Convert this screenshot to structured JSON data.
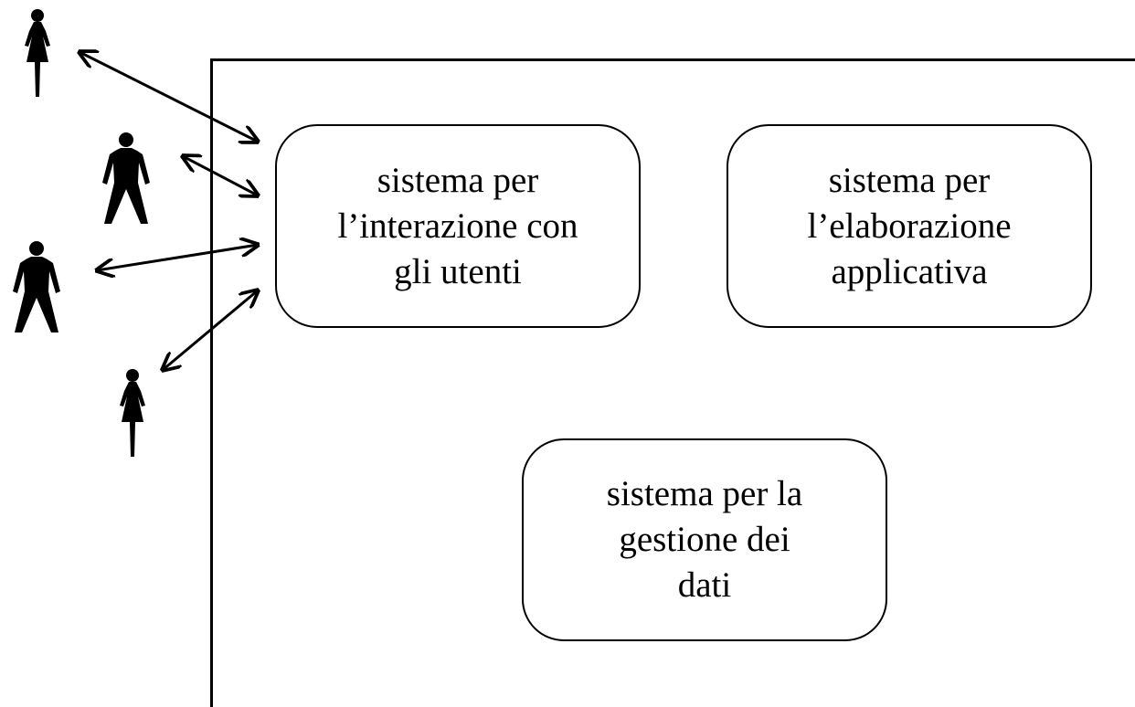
{
  "diagram": {
    "subsystems": [
      {
        "id": "ui",
        "label": "sistema per\nl’interazione con\ngli utenti"
      },
      {
        "id": "app",
        "label": "sistema per\nl’elaborazione\napplicativa"
      },
      {
        "id": "data",
        "label": "sistema per la\ngestione dei\ndati"
      }
    ],
    "users": [
      {
        "gender": "female",
        "icon": "female-user-icon"
      },
      {
        "gender": "male",
        "icon": "male-user-icon"
      },
      {
        "gender": "male",
        "icon": "male-user-icon"
      },
      {
        "gender": "female",
        "icon": "female-user-icon"
      }
    ],
    "connections": [
      {
        "from": "user-1",
        "to": "ui",
        "type": "bidirectional"
      },
      {
        "from": "user-2",
        "to": "ui",
        "type": "bidirectional"
      },
      {
        "from": "user-3",
        "to": "ui",
        "type": "bidirectional"
      },
      {
        "from": "user-4",
        "to": "ui",
        "type": "bidirectional"
      }
    ]
  }
}
